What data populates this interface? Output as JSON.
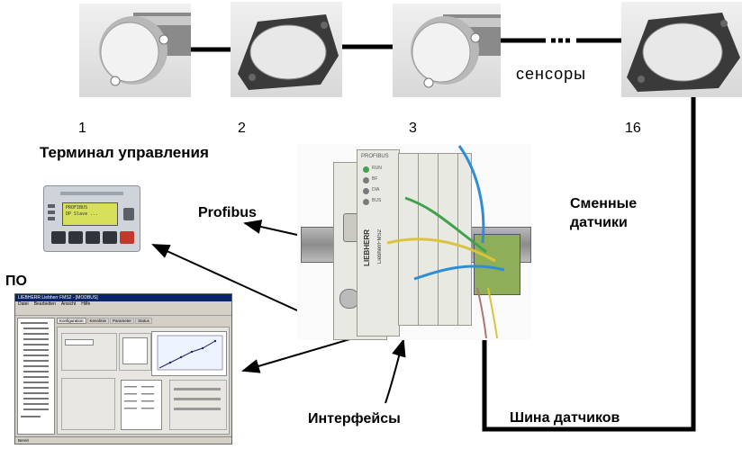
{
  "sensors": {
    "numbers": [
      "1",
      "2",
      "3",
      "16"
    ],
    "label": "сенсоры"
  },
  "terminal": {
    "label": "Терминал управления",
    "screen_lines": [
      "PROFIBUS",
      "DP Slave ..."
    ]
  },
  "profibus_label": "Profibus",
  "software_label": "ПО",
  "replaceable_sensors_label": [
    "Сменные",
    "датчики"
  ],
  "interfaces_label": "Интерфейсы",
  "sensor_bus_label": "Шина датчиков",
  "controller": {
    "header": "PROFIBUS",
    "led_labels": [
      "RUN",
      "BF",
      "DIA",
      "BUS"
    ],
    "side_text": "LIEBHERR",
    "model_text": "LiebherrFMS2"
  },
  "software_window": {
    "title": "LIEBHERR Liebherr FMS2 - [MODBUS]",
    "menu": [
      "Datei",
      "Bearbeiten",
      "Ansicht",
      "Hilfe"
    ],
    "tabs": [
      "Konfiguration",
      "Kennlinie",
      "Parameter",
      "Status"
    ],
    "status": "Bereit"
  },
  "colors": {
    "line": "#000000",
    "cable_blue": "#2c8ed6",
    "cable_green": "#3fa34d",
    "cable_yellow": "#d9c43a",
    "lcd": "#d6e05a"
  }
}
